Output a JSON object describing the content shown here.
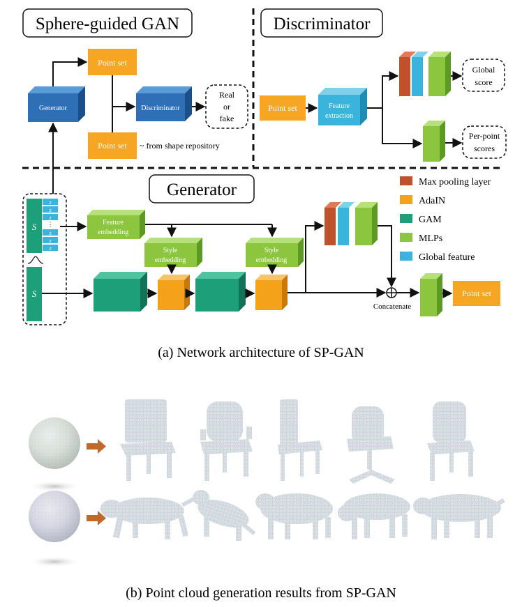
{
  "panel_a": {
    "sections": {
      "sphere_guided_gan": "Sphere-guided GAN",
      "discriminator": "Discriminator",
      "generator": "Generator"
    },
    "top_left": {
      "generator": "Generator",
      "point_set_gen": "Point set",
      "discriminator": "Discriminator",
      "real_or_fake": [
        "Real",
        "or",
        "fake"
      ],
      "point_set_real": "Point set",
      "repo_note": "~ from shape repository"
    },
    "top_right": {
      "point_set": "Point set",
      "feature_extraction": [
        "Feature",
        "extraction"
      ],
      "global_score": [
        "Global",
        "score"
      ],
      "per_point_scores": [
        "Per-point",
        "scores"
      ]
    },
    "bottom": {
      "s_symbol": "S",
      "z_symbol": "z",
      "dots": "⋮",
      "feature_embedding": [
        "Feature",
        "embedding"
      ],
      "style_embedding": [
        "Style",
        "embedding"
      ],
      "concatenate": "Concatenate",
      "point_set_out": "Point set"
    },
    "legend": [
      {
        "label": "Max pooling layer",
        "color": "#c0512d"
      },
      {
        "label": "AdaIN",
        "color": "#f4a21a"
      },
      {
        "label": "GAM",
        "color": "#1d9f7a"
      },
      {
        "label": "MLPs",
        "color": "#8cc63f"
      },
      {
        "label": "Global feature",
        "color": "#3ab3dd"
      }
    ],
    "caption": "(a)  Network architecture of SP-GAN"
  },
  "panel_b": {
    "rows": [
      {
        "name": "chairs",
        "count": 5
      },
      {
        "name": "animals",
        "count": 5
      }
    ],
    "caption": "(b)  Point cloud generation results from SP-GAN"
  },
  "colors": {
    "orange": "#f6a623",
    "blue": "#2e6fb5",
    "green": "#8cc63f",
    "teal": "#1d9f7a",
    "cyan": "#3ab3dd",
    "red": "#c0512d",
    "arrow": "#c0692b"
  }
}
